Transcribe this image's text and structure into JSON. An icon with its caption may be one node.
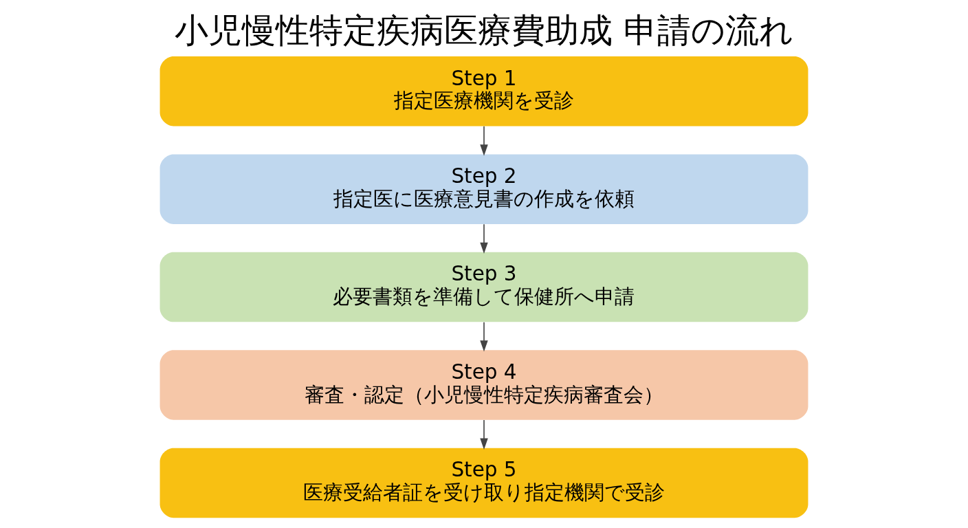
{
  "diagram": {
    "title": "小児慢性特定疾病医療費助成 申請の流れ",
    "nodes": [
      {
        "text": [
          "Step 1",
          "指定医療機関を受診"
        ]
      },
      {
        "text": [
          "Step 2",
          "指定医に医療意見書の作成を依頼"
        ]
      },
      {
        "text": [
          "Step 3",
          "必要書類を準備して保健所へ申請"
        ]
      },
      {
        "text": [
          "Step 4",
          "審査・認定（小児慢性特定疾病審査会）"
        ]
      },
      {
        "text": [
          "Step 5",
          "医療受給者証を受け取り指定機関で受診"
        ]
      }
    ],
    "edges": [
      {
        "from": 0,
        "to": 1,
        "arrow": "to"
      },
      {
        "from": 1,
        "to": 2,
        "arrow": "to"
      },
      {
        "from": 2,
        "to": 3,
        "arrow": "to"
      },
      {
        "from": 3,
        "to": 4,
        "arrow": "to"
      }
    ]
  }
}
